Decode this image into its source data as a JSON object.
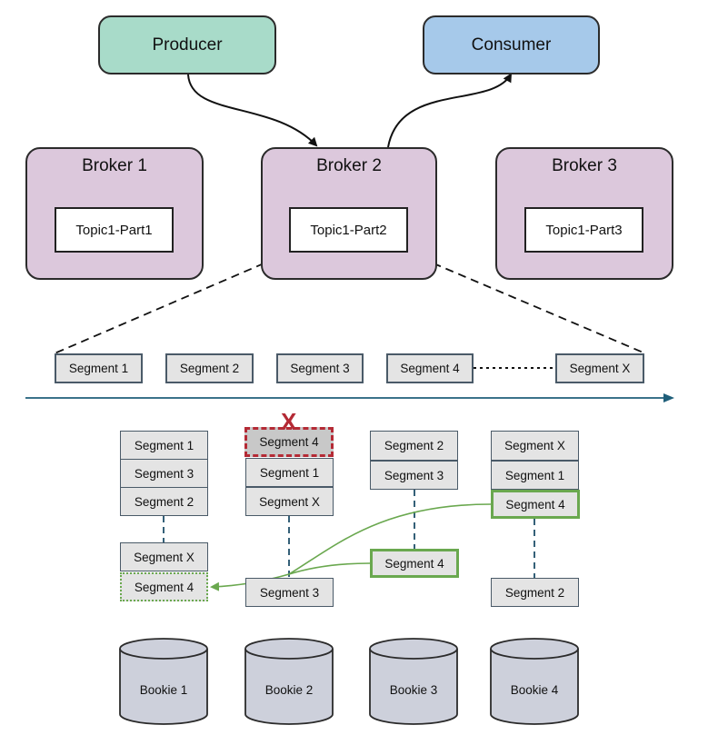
{
  "producer": {
    "label": "Producer"
  },
  "consumer": {
    "label": "Consumer"
  },
  "brokers": [
    {
      "label": "Broker 1",
      "topic": "Topic1-Part1"
    },
    {
      "label": "Broker 2",
      "topic": "Topic1-Part2"
    },
    {
      "label": "Broker 3",
      "topic": "Topic1-Part3"
    }
  ],
  "segment_strip": [
    "Segment 1",
    "Segment 2",
    "Segment 3",
    "Segment 4",
    "Segment X"
  ],
  "bookies": [
    {
      "label": "Bookie 1",
      "upper": [
        "Segment 1",
        "Segment 3",
        "Segment 2"
      ],
      "lower": [
        "Segment X",
        "Segment 4"
      ]
    },
    {
      "label": "Bookie 2",
      "upper": [
        "Segment 4",
        "Segment 1",
        "Segment X"
      ],
      "lower": [
        "Segment 3"
      ]
    },
    {
      "label": "Bookie 3",
      "upper": [
        "Segment 2",
        "Segment 3"
      ],
      "lower": [
        "Segment 4"
      ]
    },
    {
      "label": "Bookie 4",
      "upper": [
        "Segment X",
        "Segment 1",
        "Segment 4"
      ],
      "lower": [
        "Segment 2"
      ]
    }
  ],
  "deleted_mark": "X",
  "colors": {
    "producer": "#a8dbc9",
    "consumer": "#a6c9ea",
    "broker": "#dcc8dc",
    "segment": "#e4e4e4",
    "replication_line": "#6aa84f",
    "deleted_border": "#b42a35",
    "timeline": "#1f5f7a"
  }
}
